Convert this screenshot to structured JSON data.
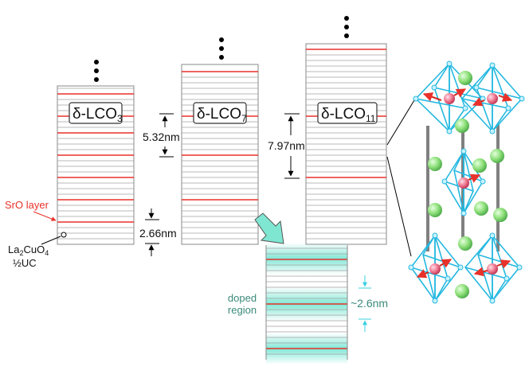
{
  "stacks": [
    {
      "label_main": "δ-LCO",
      "label_sub": "3"
    },
    {
      "label_main": "δ-LCO",
      "label_sub": "7"
    },
    {
      "label_main": "δ-LCO",
      "label_sub": "11"
    }
  ],
  "dimensions": {
    "period_lco7": "5.32nm",
    "period_lco11": "7.97nm",
    "layer_thickness": "2.66nm",
    "doped_width": "~2.6nm"
  },
  "labels": {
    "sro_layer": "SrO layer",
    "la2cuo4_main": "La",
    "la2cuo4_sub1": "2",
    "la2cuo4_mid": "CuO",
    "la2cuo4_sub2": "4",
    "half_uc": "½UC",
    "doped_line1": "doped",
    "doped_line2": "region"
  },
  "colors": {
    "sro_line": "#e8312a",
    "layer_line": "#a0a0a0",
    "doped_glow": "#58e0c8",
    "doped_label": "#3a8a7a",
    "arrow_fill": "#7fe6d2",
    "octahedron": "#24b8e0",
    "sphere_green": "#8ee07a",
    "sphere_pink": "#f07890",
    "spin_arrow": "#d8261c"
  }
}
